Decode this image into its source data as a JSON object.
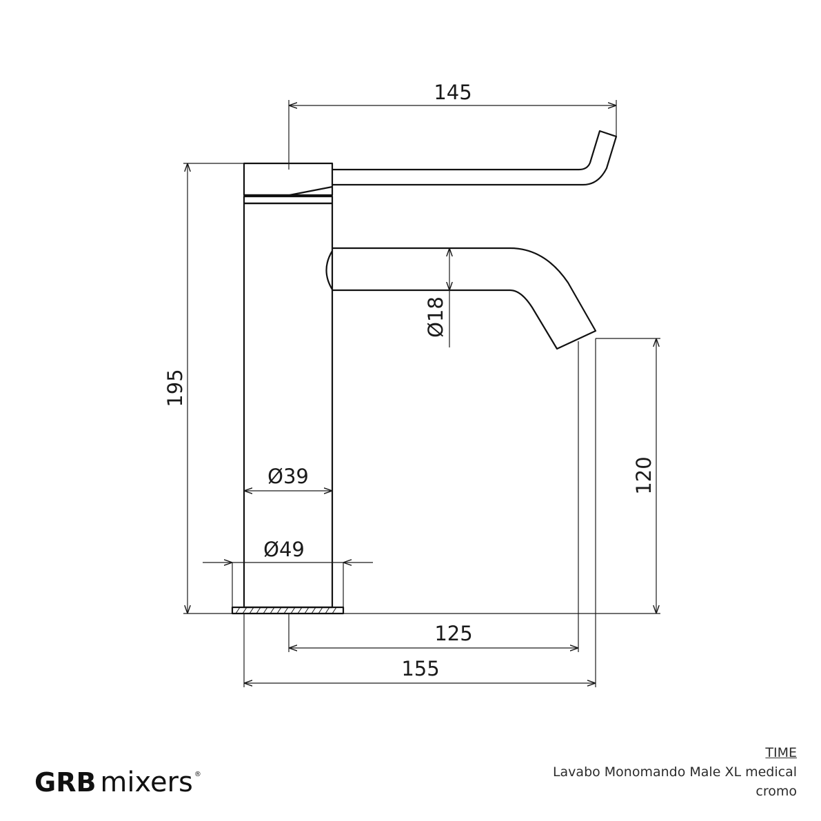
{
  "dimensions": {
    "width_handle": "145",
    "height_total": "195",
    "spout_diameter": "Ø18",
    "height_spout": "120",
    "body_diameter": "Ø39",
    "base_diameter": "Ø49",
    "reach_125": "125",
    "reach_155": "155"
  },
  "product": {
    "series": "TIME",
    "name": "Lavabo Monomando Male XL medical",
    "finish": "cromo"
  },
  "logo": {
    "brand": "GRB",
    "suffix": "mixers",
    "reg": "®"
  }
}
